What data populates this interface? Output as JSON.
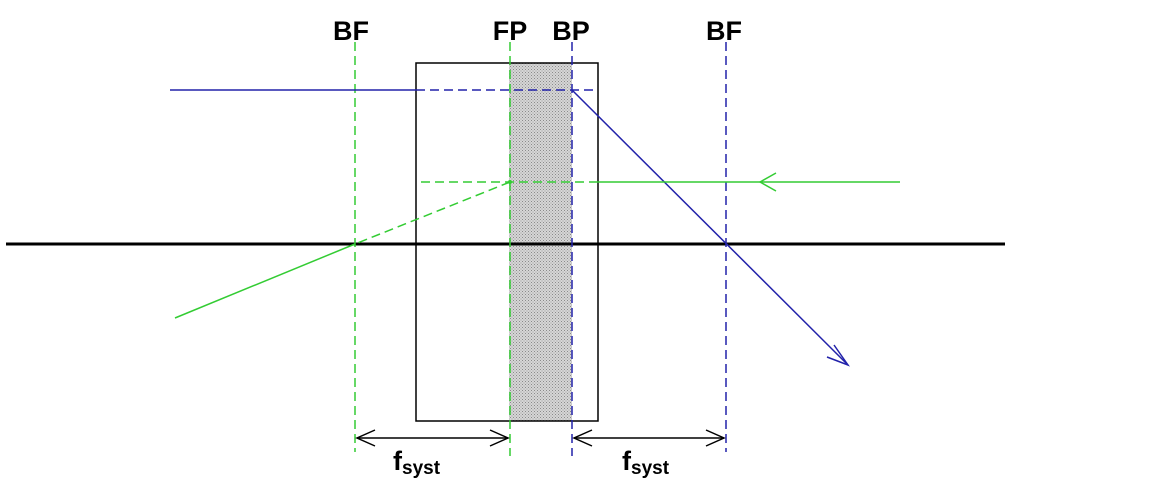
{
  "labels": {
    "bf_left": "BF",
    "fp": "FP",
    "bp": "BP",
    "bf_right": "BF"
  },
  "focal_lengths": [
    {
      "symbol": "f",
      "subscript": "syst"
    },
    {
      "symbol": "f",
      "subscript": "syst"
    }
  ],
  "colors": {
    "axis": "#000000",
    "green": "#33cc33",
    "blue": "#2222aa",
    "lens_outline": "#000000",
    "principal_region": "#b8b8b8"
  }
}
